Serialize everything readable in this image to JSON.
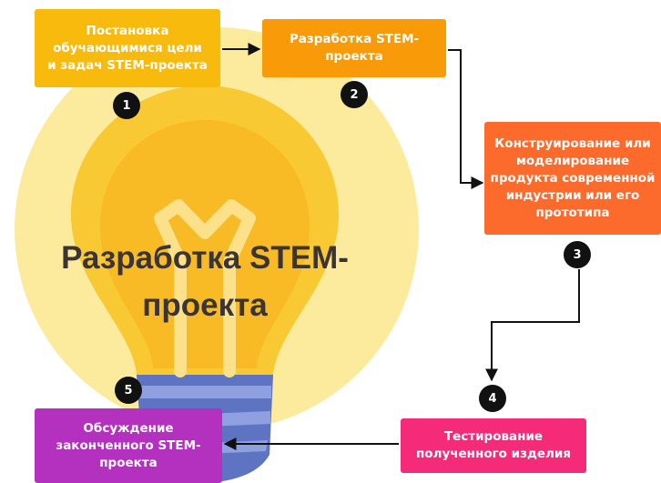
{
  "diagram": {
    "title": "Разработка STEM-\nпроекта",
    "steps": [
      {
        "number": "1",
        "text": "Постановка\nобучающимися цели\nи задач STEM-проекта",
        "color": "#F9BA0E"
      },
      {
        "number": "2",
        "text": "Разработка STEM-\nпроекта",
        "color": "#F99A08"
      },
      {
        "number": "3",
        "text": "Конструирование или\nмоделирование\nпродукта современной\nиндустрии или его\nпрототипа",
        "color": "#FC6A2C"
      },
      {
        "number": "4",
        "text": "Тестирование\nполученного изделия",
        "color": "#F52B7A"
      },
      {
        "number": "5",
        "text": "Обсуждение\nзаконченного STEM-\nпроекта",
        "color": "#B431C0"
      }
    ],
    "colors": {
      "bulb_glow": "#FCEB9C",
      "bulb_inner": "#F9C934",
      "bulb_core": "#F8AF1B",
      "bulb_base": "#5E74C2",
      "arrow": "#111111",
      "title_text": "#3A3434"
    }
  }
}
